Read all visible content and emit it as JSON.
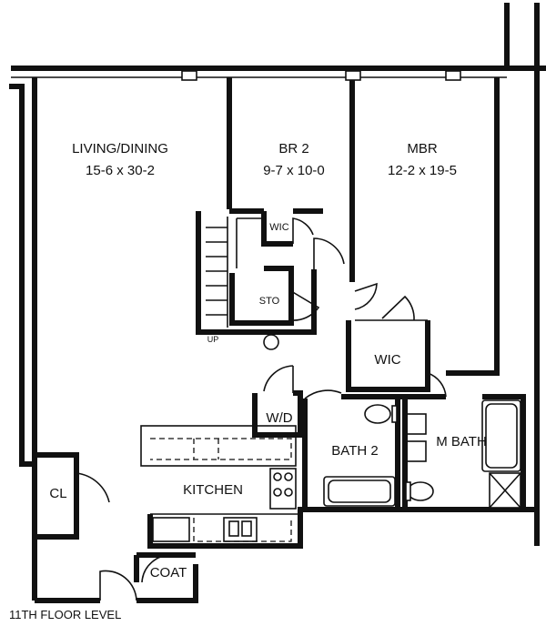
{
  "floor_level": "11TH FLOOR LEVEL",
  "rooms": {
    "living": {
      "name": "LIVING/DINING",
      "dims": "15-6 x 30-2"
    },
    "br2": {
      "name": "BR 2",
      "dims": "9-7 x 10-0"
    },
    "mbr": {
      "name": "MBR",
      "dims": "12-2 x 19-5"
    },
    "wic_small": {
      "name": "WIC"
    },
    "sto": {
      "name": "STO"
    },
    "up": {
      "name": "UP"
    },
    "wic": {
      "name": "WIC"
    },
    "wd": {
      "name": "W/D"
    },
    "bath2": {
      "name": "BATH 2"
    },
    "mbath": {
      "name": "M BATH"
    },
    "cl": {
      "name": "CL"
    },
    "kitchen": {
      "name": "KITCHEN"
    },
    "coat": {
      "name": "COAT"
    }
  }
}
